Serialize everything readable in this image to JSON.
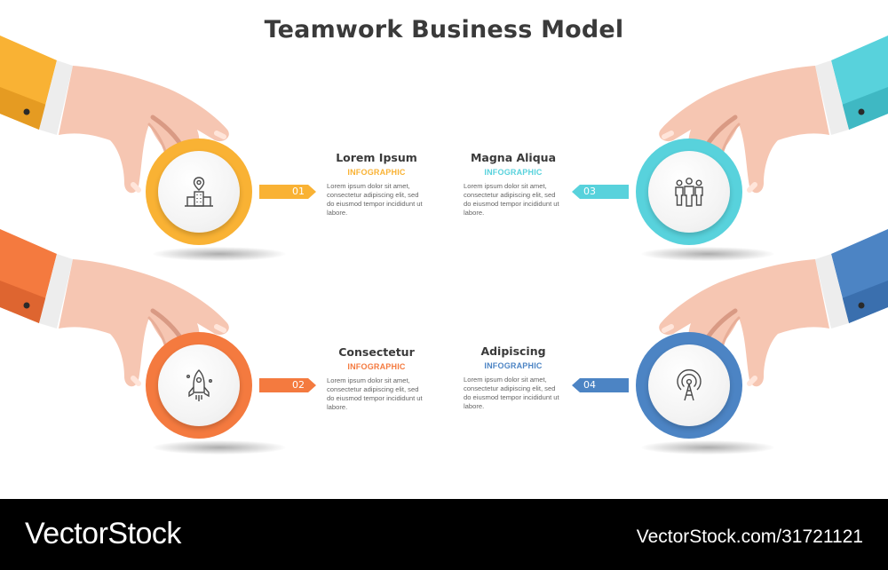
{
  "title": "Teamwork Business Model",
  "colors": {
    "step1": "#F9B234",
    "step2": "#F47A3F",
    "step3": "#58D2DC",
    "step4": "#4C84C4",
    "skin": "#F6C6B2",
    "cuff": "#EDEDED",
    "title": "#3A3A3A",
    "body": "#666666"
  },
  "steps": [
    {
      "number": "01",
      "heading": "Lorem Ipsum",
      "sub": "INFOGRAPHIC",
      "body": "Lorem ipsum dolor sit amet, consectetur adipiscing elit, sed do eiusmod tempor incididunt ut labore.",
      "icon": "city-location-icon"
    },
    {
      "number": "02",
      "heading": "Consectetur",
      "sub": "INFOGRAPHIC",
      "body": "Lorem ipsum dolor sit amet, consectetur adipiscing elit, sed do eiusmod tempor incididunt ut labore.",
      "icon": "rocket-icon"
    },
    {
      "number": "03",
      "heading": "Magna Aliqua",
      "sub": "INFOGRAPHIC",
      "body": "Lorem ipsum dolor sit amet, consectetur adipiscing elit, sed do eiusmod tempor incididunt ut labore.",
      "icon": "team-icon"
    },
    {
      "number": "04",
      "heading": "Adipiscing",
      "sub": "INFOGRAPHIC",
      "body": "Lorem ipsum dolor sit amet, consectetur adipiscing elit, sed do eiusmod tempor incididunt ut labore.",
      "icon": "broadcast-tower-icon"
    }
  ],
  "footer": {
    "logo": "VectorStock",
    "url": "VectorStock.com/31721121"
  }
}
